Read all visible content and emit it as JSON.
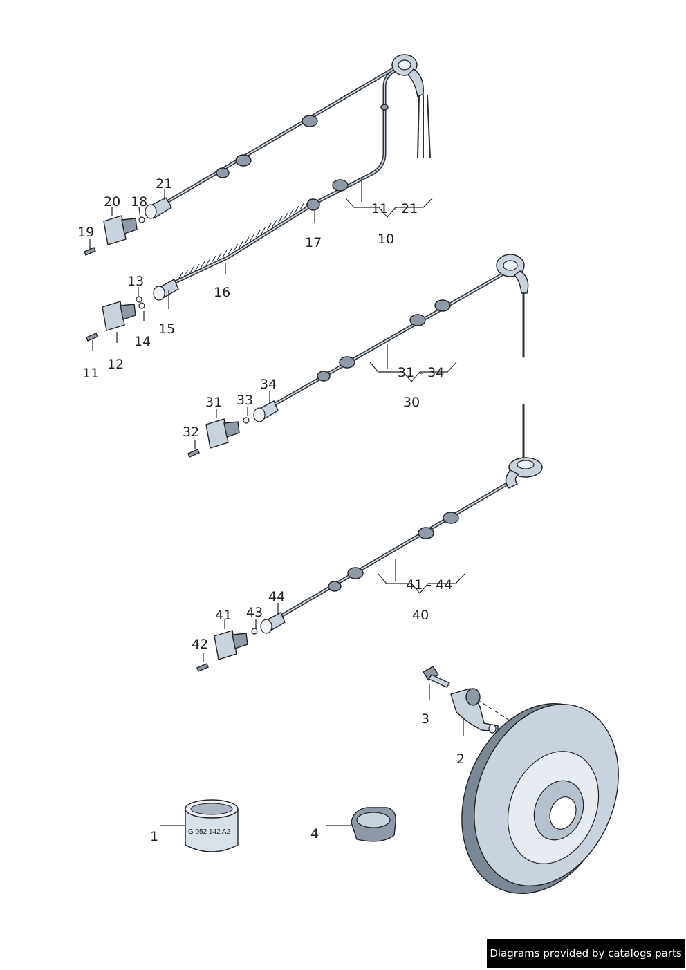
{
  "callouts": {
    "c1": "1",
    "c2": "2",
    "c3": "3",
    "c4": "4",
    "c10": "10",
    "c11": "11",
    "c12": "12",
    "c13": "13",
    "c14": "14",
    "c15": "15",
    "c16": "16",
    "c17": "17",
    "c18": "18",
    "c19": "19",
    "c20": "20",
    "c21": "21",
    "c11_21": "11 - 21",
    "c30": "30",
    "c31": "31",
    "c32": "32",
    "c33": "33",
    "c34": "34",
    "c31_34": "31 - 34",
    "c40": "40",
    "c41": "41",
    "c42": "42",
    "c43": "43",
    "c44": "44",
    "c41_44": "41 - 44"
  },
  "sleeve_marking": "G 052 142 A2",
  "credit": "Diagrams provided by catalogs parts"
}
